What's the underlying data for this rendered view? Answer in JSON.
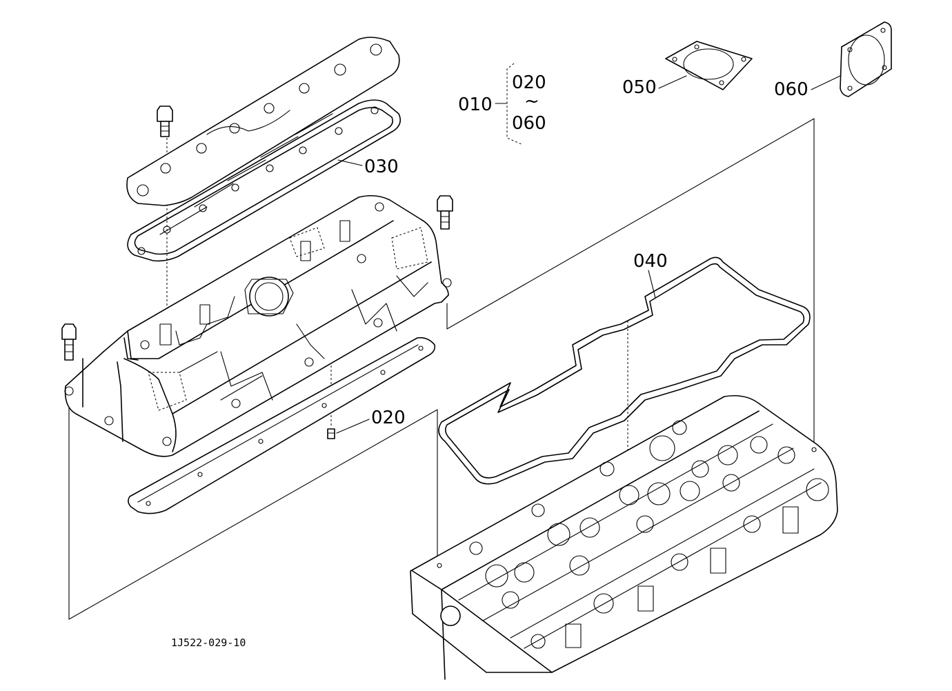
{
  "labels": {
    "p010": "010",
    "p020_range": "020",
    "range_sep": "~",
    "p060_range": "060",
    "p050": "050",
    "p060": "060",
    "p030": "030",
    "p040": "040",
    "p020": "020"
  },
  "figure_code": "1J522-029-10"
}
